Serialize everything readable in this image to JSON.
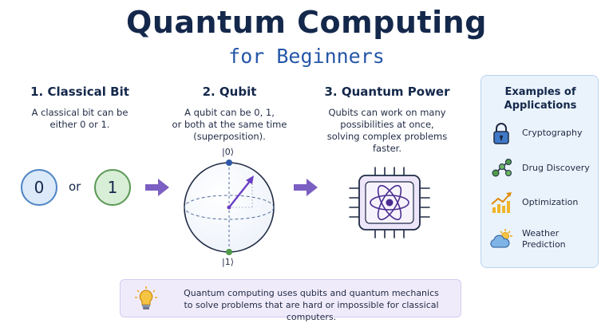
{
  "header": {
    "title": "Quantum Computing",
    "subtitle": "for Beginners"
  },
  "sections": [
    {
      "title": "1. Classical Bit",
      "body": [
        "A classical bit can be",
        "either 0 or 1."
      ]
    },
    {
      "title": "2. Qubit",
      "body": [
        "A qubit can be 0, 1,",
        "or both at the same time",
        "(superposition)."
      ]
    },
    {
      "title": "3. Quantum Power",
      "body": [
        "Qubits can work on many",
        "possibilities at once,",
        "solving complex problems",
        "faster."
      ]
    }
  ],
  "bits": {
    "zero": "0",
    "or": "or",
    "one": "1"
  },
  "bloch": {
    "ket0": "|0⟩",
    "ket1": "|1⟩"
  },
  "applications": {
    "title": [
      "Examples of",
      "Applications"
    ],
    "items": [
      {
        "label": [
          "Cryptography"
        ],
        "icon": "lock-icon"
      },
      {
        "label": [
          "Drug Discovery"
        ],
        "icon": "molecule-icon"
      },
      {
        "label": [
          "Optimization"
        ],
        "icon": "growth-chart-icon"
      },
      {
        "label": [
          "Weather",
          "Prediction"
        ],
        "icon": "weather-icon"
      }
    ]
  },
  "note": {
    "lines": [
      "Quantum computing uses qubits and quantum mechanics",
      "to solve problems that are hard or impossible for classical computers."
    ]
  },
  "colors": {
    "title": "#14284b",
    "subtitle": "#2557a8",
    "arrow": "#7b5fc2",
    "qubit_vector": "#6a3fc4",
    "panel_bg": "#eaf3fc",
    "note_bg": "#f0ebfa"
  }
}
